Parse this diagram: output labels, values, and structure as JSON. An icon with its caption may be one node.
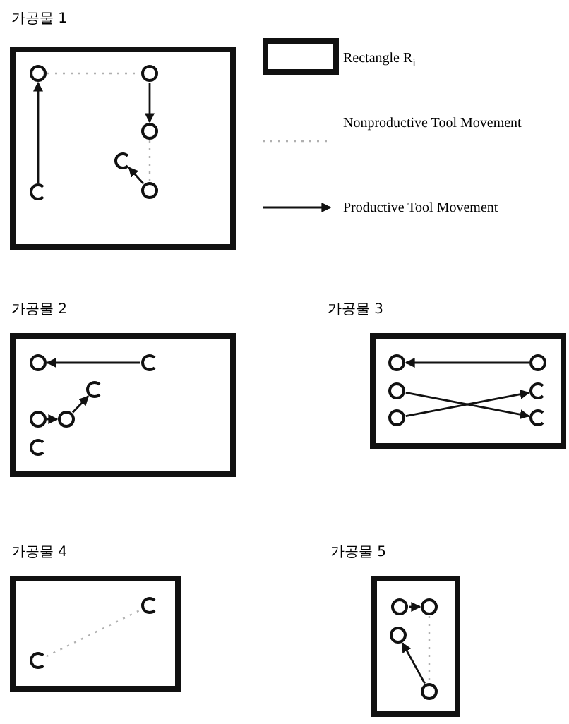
{
  "diagram": {
    "nodes": [
      {
        "text": [
          "가공물 1"
        ]
      },
      {
        "text": [],
        "shape": "circle",
        "in": 0
      },
      {
        "text": [],
        "shape": "circle",
        "in": 0
      },
      {
        "text": [],
        "shape": "circle",
        "in": 0
      },
      {
        "text": [],
        "shape": "circle",
        "in": 0
      },
      {
        "text": [],
        "shape": "circle",
        "in": 0
      },
      {
        "text": [],
        "shape": "circle",
        "in": 0
      },
      {
        "text": [
          "가공물 2"
        ]
      },
      {
        "text": [],
        "shape": "circle",
        "in": 7
      },
      {
        "text": [],
        "shape": "circle",
        "in": 7
      },
      {
        "text": [],
        "shape": "circle",
        "in": 7
      },
      {
        "text": [],
        "shape": "circle",
        "in": 7
      },
      {
        "text": [],
        "shape": "circle",
        "in": 7
      },
      {
        "text": [],
        "shape": "circle",
        "in": 7
      },
      {
        "text": [
          "가공물 3"
        ]
      },
      {
        "text": [],
        "shape": "circle",
        "in": 14
      },
      {
        "text": [],
        "shape": "circle",
        "in": 14
      },
      {
        "text": [],
        "shape": "circle",
        "in": 14
      },
      {
        "text": [],
        "shape": "circle",
        "in": 14
      },
      {
        "text": [],
        "shape": "circle",
        "in": 14
      },
      {
        "text": [],
        "shape": "circle",
        "in": 14
      },
      {
        "text": [
          "가공물 4"
        ]
      },
      {
        "text": [],
        "shape": "circle",
        "in": 21
      },
      {
        "text": [],
        "shape": "circle",
        "in": 21
      },
      {
        "text": [
          "가공물 5"
        ]
      },
      {
        "text": [],
        "shape": "circle",
        "in": 24
      },
      {
        "text": [],
        "shape": "circle",
        "in": 24
      },
      {
        "text": [],
        "shape": "circle",
        "in": 24
      },
      {
        "text": [],
        "shape": "circle",
        "in": 24
      }
    ],
    "edges": [
      {
        "from": 4,
        "to": 1,
        "arrow": "to"
      },
      {
        "from": 1,
        "to": 2,
        "arrow": "none",
        "style": "dashed",
        "color": "#b0b0b0"
      },
      {
        "from": 2,
        "to": 3,
        "arrow": "to"
      },
      {
        "from": 3,
        "to": 6,
        "arrow": "none",
        "style": "dashed",
        "color": "#b0b0b0"
      },
      {
        "from": 6,
        "to": 5,
        "arrow": "to"
      },
      {
        "from": 9,
        "to": 8,
        "arrow": "to"
      },
      {
        "from": 11,
        "to": 12,
        "arrow": "to"
      },
      {
        "from": 12,
        "to": 10,
        "arrow": "to"
      },
      {
        "from": 16,
        "to": 15,
        "arrow": "to"
      },
      {
        "from": 17,
        "to": 20,
        "arrow": "to"
      },
      {
        "from": 19,
        "to": 18,
        "arrow": "to"
      },
      {
        "from": 22,
        "to": 23,
        "arrow": "none",
        "style": "dashed",
        "color": "#b0b0b0"
      },
      {
        "from": 25,
        "to": 26,
        "arrow": "to"
      },
      {
        "from": 26,
        "to": 28,
        "arrow": "none",
        "style": "dashed",
        "color": "#b0b0b0"
      },
      {
        "from": 28,
        "to": 27,
        "arrow": "to"
      }
    ],
    "legend": [
      {
        "text": "Rectangle R$_{i}$"
      },
      {
        "text": "Nonproductive Tool Movement"
      },
      {
        "text": "Productive Tool Movement"
      }
    ]
  }
}
